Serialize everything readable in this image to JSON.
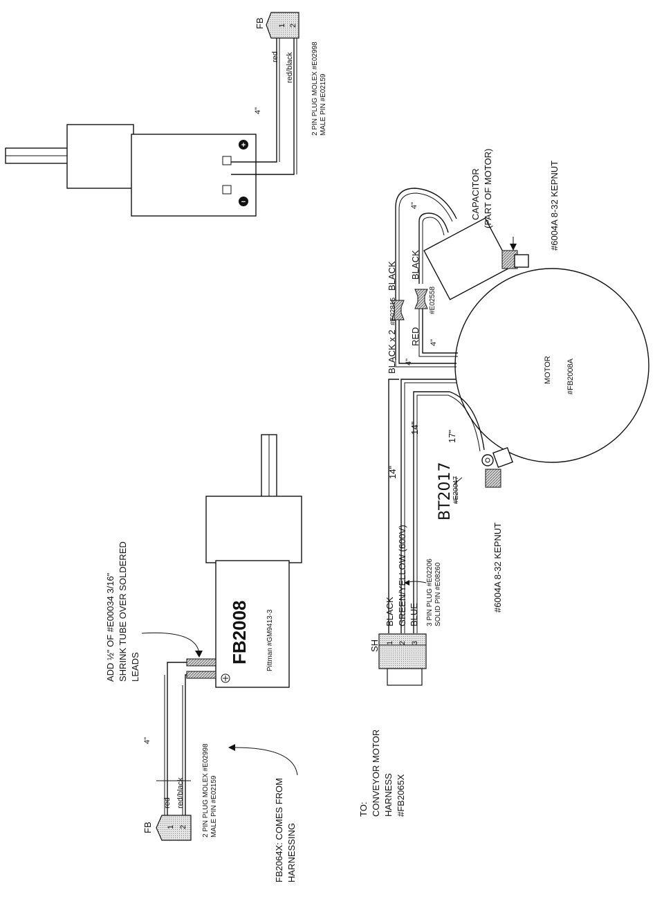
{
  "top_motor": {
    "connector_label": "FB",
    "pin_1": "1",
    "pin_2": "2",
    "wire_1": "red",
    "wire_2": "red/black",
    "length": "4\"",
    "plug_note_1": "2 PIN PLUG MOLEX #E02998",
    "plug_note_2": "MALE PIN #E02159",
    "terminal_plus": "+",
    "terminal_minus": "−"
  },
  "fb2008_motor": {
    "title": "FB2008",
    "subtitle": "Pittman #GM9413-3",
    "shrink_note_1": "ADD ½\" OF #E00034 3/16\"",
    "shrink_note_2": "SHRINK TUBE OVER SOLDERED",
    "shrink_note_3": "LEADS",
    "length": "4\"",
    "connector_label": "FB",
    "pin_1": "1",
    "pin_2": "2",
    "wire_1": "red",
    "wire_2": "red/black",
    "plug_note_1": "2 PIN PLUG MOLEX #E02998",
    "plug_note_2": "MALE PIN #E02159",
    "harness_note_1": "FB2064X: COMES FROM",
    "harness_note_2": "HARNESSING"
  },
  "conveyor_motor": {
    "motor_label": "MOTOR",
    "motor_part": "#FB2008A",
    "capacitor_1": "CAPACITOR",
    "capacitor_2": "(PART OF MOTOR)",
    "kepnut_top": "#6004A 8-32 KEPNUT",
    "kepnut_bottom": "#6004A 8-32 KEPNUT",
    "handwritten_part": "BT2017",
    "struck_part": "#E20047",
    "len_14_a": "14\"",
    "len_14_b": "14\"",
    "len_17": "17\"",
    "len_4_a": "4\"",
    "len_4_b": "4\"",
    "len_4_c": "4\"",
    "black_x2": "BLACK x 2",
    "e02815": "#E02815",
    "black_a": "BLACK",
    "black_b": "BLACK",
    "red": "RED",
    "e02558": "#E02558",
    "sh_label": "SH",
    "sh_pin_1": "1",
    "sh_pin_2": "2",
    "sh_pin_3": "3",
    "wire_black": "BLACK",
    "wire_green": "GREEN/YELLOW  (600V)",
    "wire_blue": "BLUE",
    "plug_note_1": "3 PIN PLUG #E02206",
    "plug_note_2": "SOLID PIN #E08260",
    "to_1": "TO:",
    "to_2": "CONVEYOR MOTOR",
    "to_3": "HARNESS",
    "to_4": "#FB2065X"
  }
}
